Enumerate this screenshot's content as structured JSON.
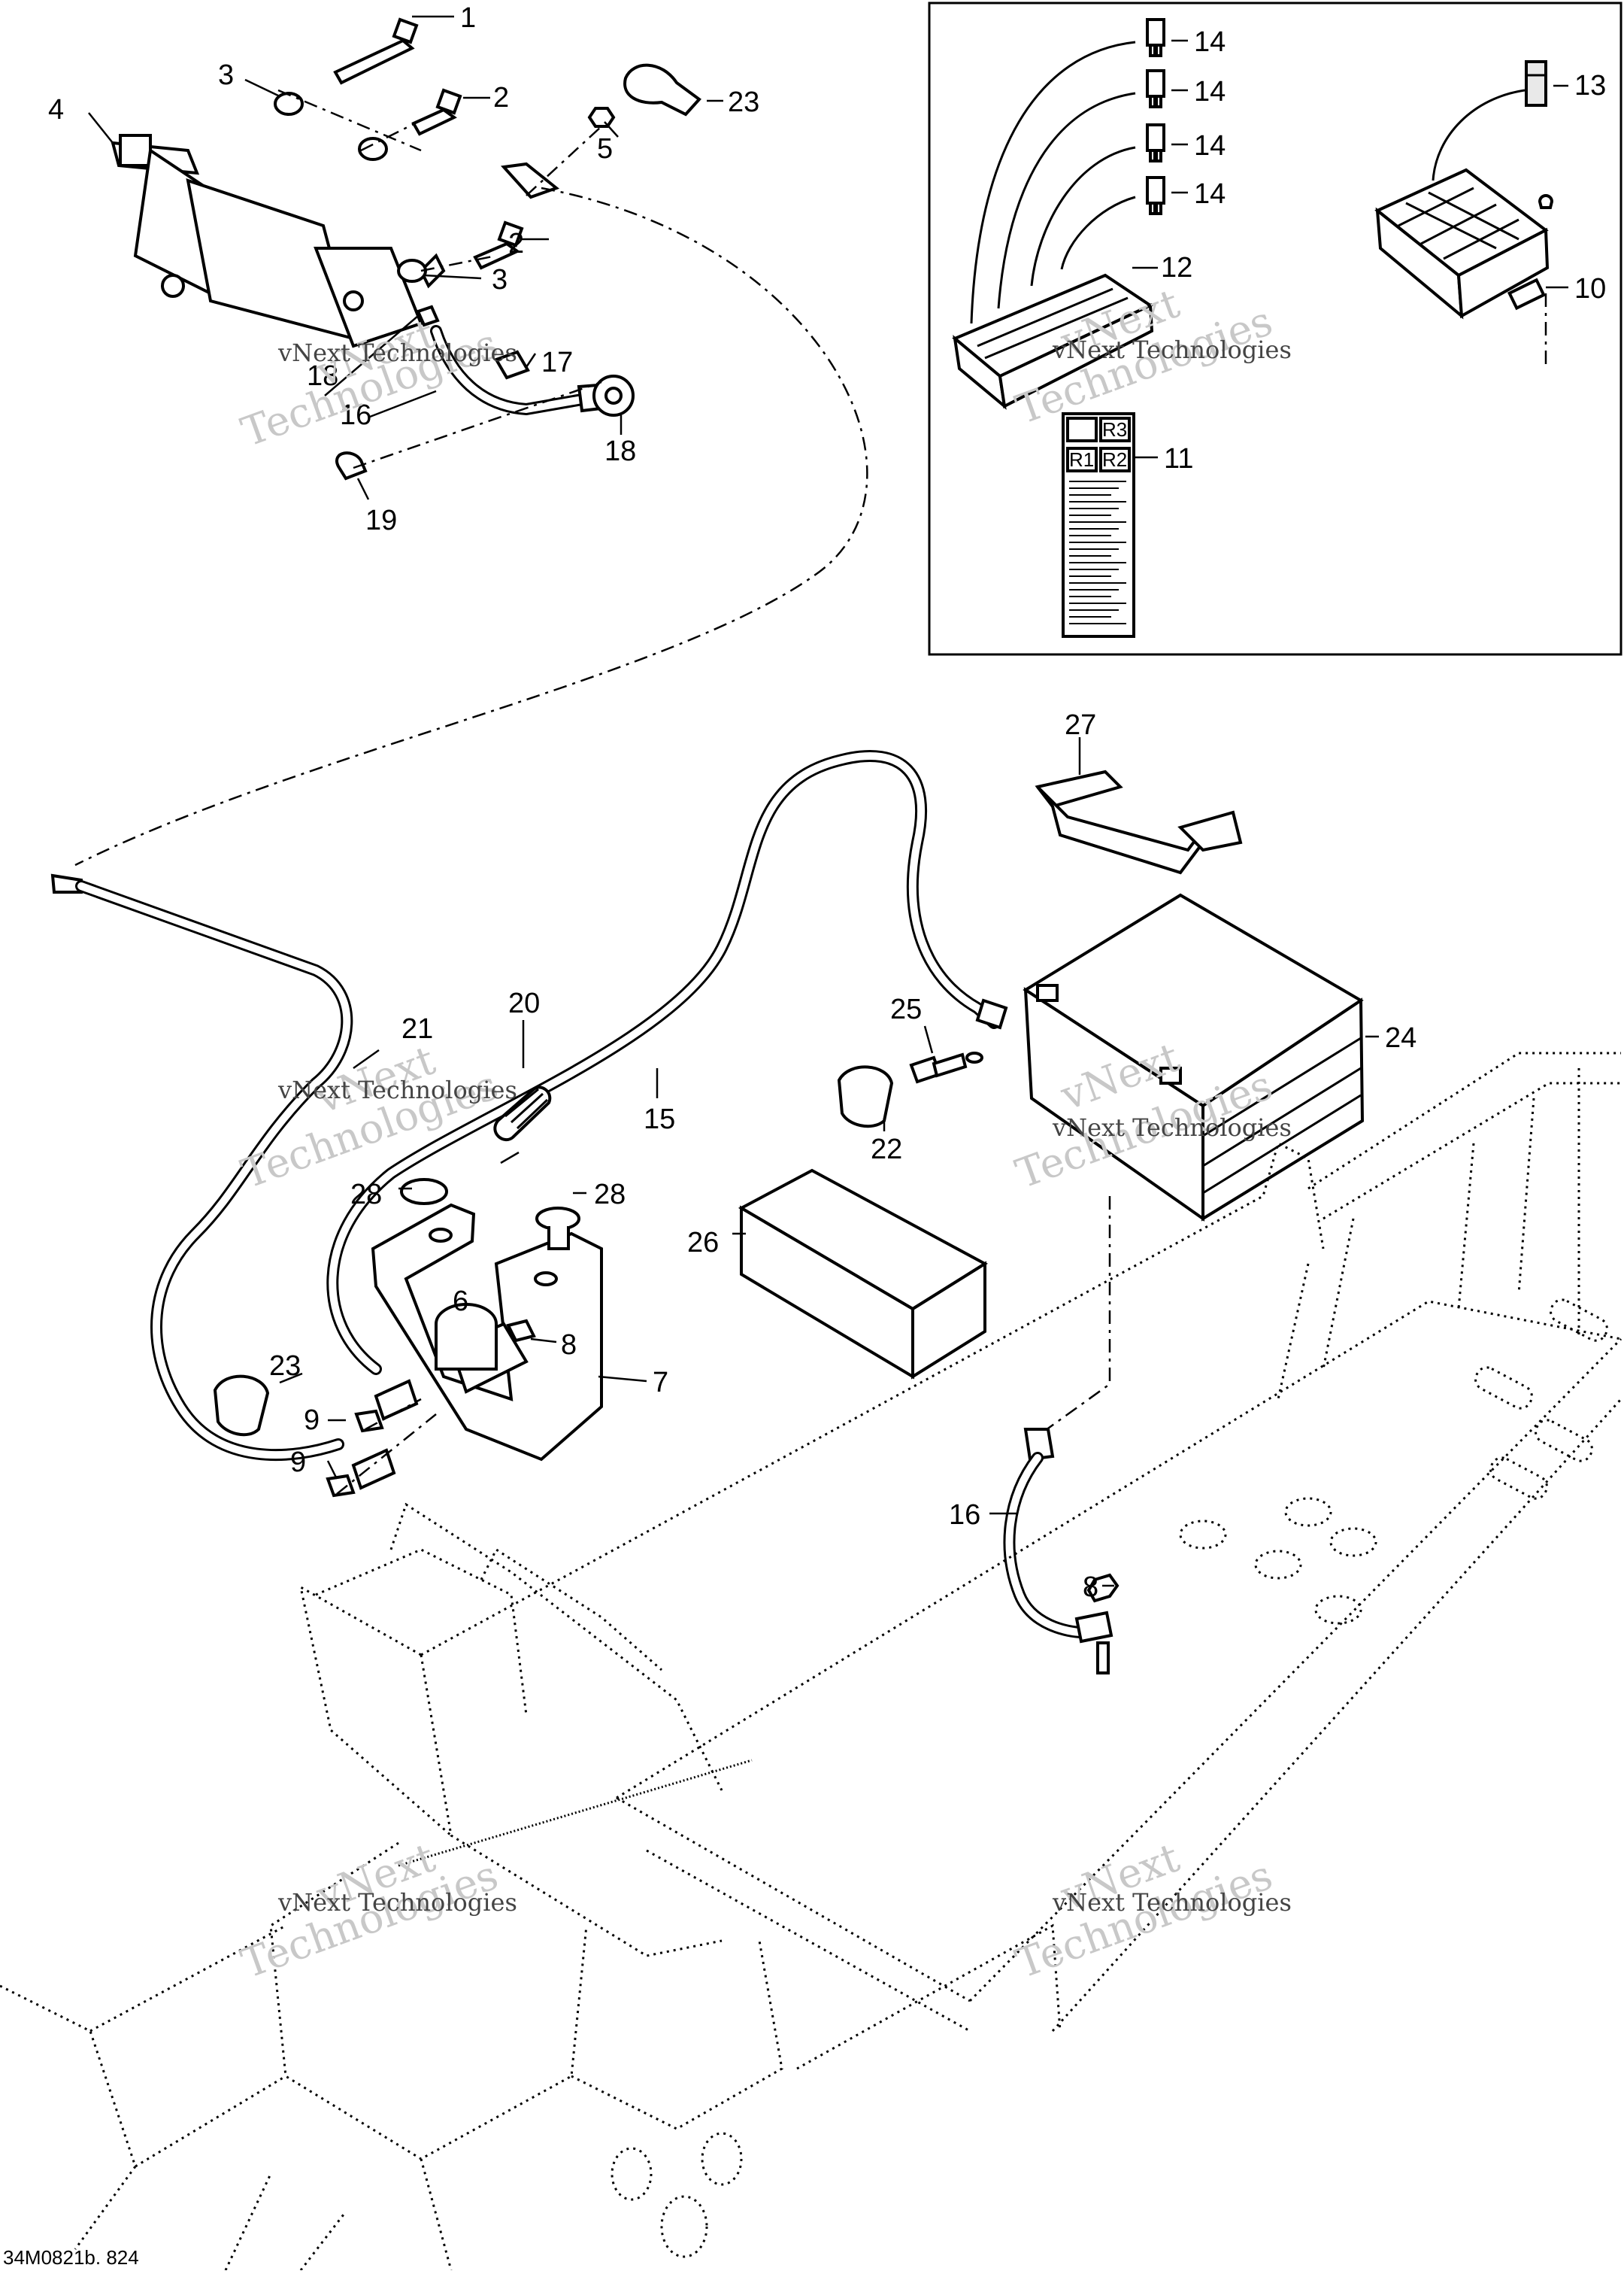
{
  "watermark": {
    "line1": "vNext",
    "line2": "Technologies",
    "inline": "vNext Technologies"
  },
  "figure_code": "34M0821b. 824",
  "callouts": {
    "c1": "1",
    "c2a": "2",
    "c2b": "2",
    "c3a": "3",
    "c3b": "3",
    "c4": "4",
    "c5": "5",
    "c6": "6",
    "c7": "7",
    "c8a": "8",
    "c8b": "8",
    "c9a": "9",
    "c9b": "9",
    "c10": "10",
    "c11": "11",
    "c12": "12",
    "c13": "13",
    "c14a": "14",
    "c14b": "14",
    "c14c": "14",
    "c14d": "14",
    "c15": "15",
    "c16a": "16",
    "c16b": "16",
    "c17": "17",
    "c18a": "18",
    "c18b": "18",
    "c19": "19",
    "c20": "20",
    "c21": "21",
    "c22": "22",
    "c23a": "23",
    "c23b": "23",
    "c24": "24",
    "c25": "25",
    "c26": "26",
    "c27": "27",
    "c28a": "28",
    "c28b": "28"
  },
  "fuse_label": {
    "relays": [
      "R3",
      "R1",
      "R2"
    ]
  }
}
